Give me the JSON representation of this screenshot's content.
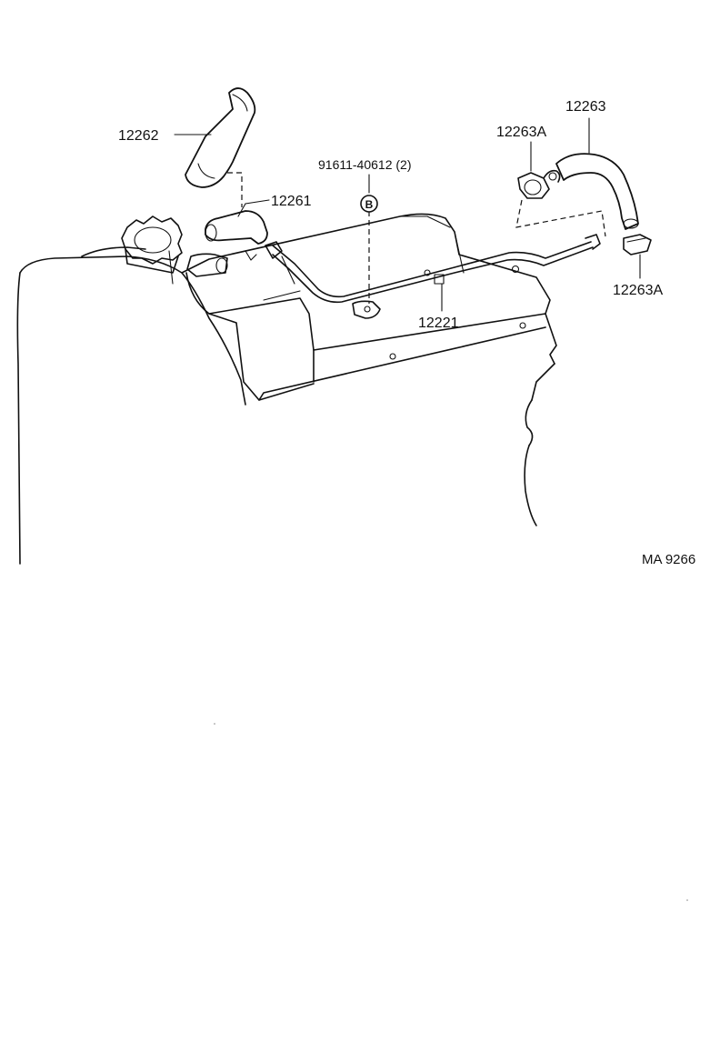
{
  "diagram": {
    "parts": {
      "hose_12262": "12262",
      "hose_12261": "12261",
      "bolt": "91611-40612 (2)",
      "bolt_marker": "B",
      "hose_12263": "12263",
      "clamp_upper": "12263A",
      "clamp_lower": "12263A",
      "pipe_12221": "12221"
    },
    "figure_code": "MA 9266"
  }
}
